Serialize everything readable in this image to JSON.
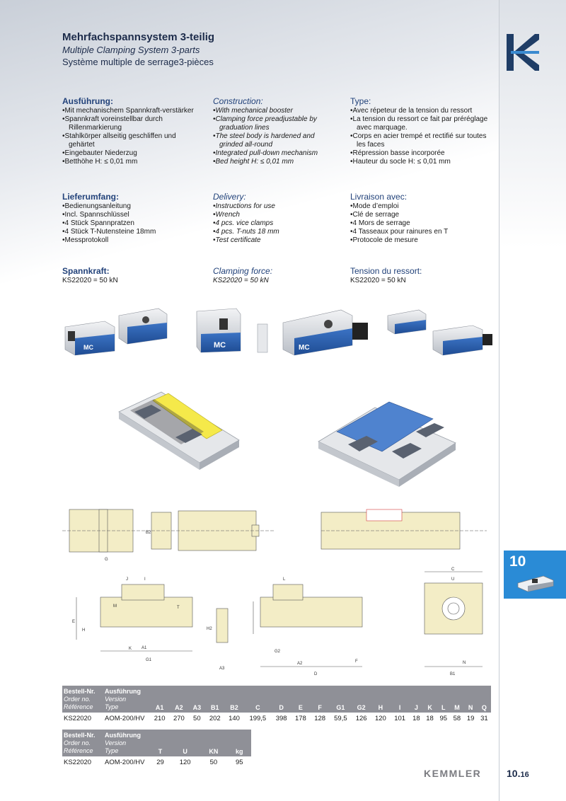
{
  "header": {
    "title_de": "Mehrfachspannsystem 3-teilig",
    "title_en": "Multiple Clamping System 3-parts",
    "title_fr": "Système multiple de serrage3-pièces"
  },
  "features": {
    "de": {
      "heading": "Ausführung:",
      "items": [
        "Mit mechanischem Spannkraft-verstärker",
        "Spannkraft voreinstellbar durch Rillenmarkierung",
        "Stahlkörper allseitig geschliffen und gehärtet",
        "Eingebauter Niederzug",
        "Betthöhe H: ≤ 0,01 mm"
      ]
    },
    "en": {
      "heading": "Construction:",
      "items": [
        "With mechanical booster",
        "Clamping force preadjustable by graduation lines",
        "The steel body is hardened and grinded all-round",
        "Integrated pull-down mechanism",
        "Bed height H: ≤ 0,01 mm"
      ]
    },
    "fr": {
      "heading": "Type:",
      "items": [
        "Avec répeteur de la tension du ressort",
        "La tension du ressort ce fait par préréglage avec marquage.",
        "Corps en acier trempé et rectifié sur toutes les faces",
        "Répression basse incorporée",
        "Hauteur du socle H: ≤ 0,01 mm"
      ]
    }
  },
  "delivery": {
    "de": {
      "heading": "Lieferumfang:",
      "items": [
        "Bedienungsanleitung",
        "Incl. Spannschlüssel",
        "4 Stück Spannpratzen",
        "4 Stück T-Nutensteine 18mm",
        "Messprotokoll"
      ]
    },
    "en": {
      "heading": "Delivery:",
      "items": [
        "Instructions for use",
        "Wrench",
        "4 pcs. vice clamps",
        "4 pcs. T-nuts 18 mm",
        "Test certificate"
      ]
    },
    "fr": {
      "heading": "Livraison avec:",
      "items": [
        "Mode d’emploi",
        "Clé de serrage",
        "4 Mors de serrage",
        "4 Tasseaux pour rainures en T",
        "Protocole de mesure"
      ]
    }
  },
  "clamping_force": {
    "de": {
      "heading": "Spannkraft:",
      "value": "KS22020 = 50 kN"
    },
    "en": {
      "heading": "Clamping force:",
      "value": "KS22020 = 50 kN"
    },
    "fr": {
      "heading": "Tension du ressort:",
      "value": "KS22020 = 50 kN"
    }
  },
  "photo_labels": {
    "mc": "MC"
  },
  "drawing_labels": [
    "A1",
    "A2",
    "A3",
    "B1",
    "B2",
    "C",
    "D",
    "E",
    "F",
    "G",
    "G1",
    "G2",
    "H",
    "H2",
    "I",
    "J",
    "K",
    "L",
    "M",
    "N",
    "T",
    "U"
  ],
  "table1": {
    "header_de": [
      "Bestell-Nr.",
      "Ausführung"
    ],
    "header_en": [
      "Order no.",
      "Version"
    ],
    "header_fr": [
      "Référence",
      "Type"
    ],
    "columns": [
      "A1",
      "A2",
      "A3",
      "B1",
      "B2",
      "C",
      "D",
      "E",
      "F",
      "G1",
      "G2",
      "H",
      "I",
      "J",
      "K",
      "L",
      "M",
      "N",
      "Q"
    ],
    "rows": [
      [
        "KS22020",
        "AOM-200/HV",
        "210",
        "270",
        "50",
        "202",
        "140",
        "199,5",
        "398",
        "178",
        "128",
        "59,5",
        "126",
        "120",
        "101",
        "18",
        "18",
        "95",
        "58",
        "19",
        "31"
      ]
    ]
  },
  "table2": {
    "header_de": [
      "Bestell-Nr.",
      "Ausführung"
    ],
    "header_en": [
      "Order no.",
      "Version"
    ],
    "header_fr": [
      "Référence",
      "Type"
    ],
    "columns": [
      "T",
      "U",
      "KN",
      "kg"
    ],
    "rows": [
      [
        "KS22020",
        "AOM-200/HV",
        "29",
        "120",
        "50",
        "95"
      ]
    ]
  },
  "sidebar": {
    "chapter": "10"
  },
  "footer": {
    "brand": "KEMMLER",
    "page_main": "10.",
    "page_sub": "16"
  },
  "colors": {
    "accent_blue": "#2a8bd6",
    "title_navy": "#1c2b4a",
    "heading_blue": "#22427a",
    "table_header": "#8f9097",
    "part_fill": "#f3edc6"
  }
}
